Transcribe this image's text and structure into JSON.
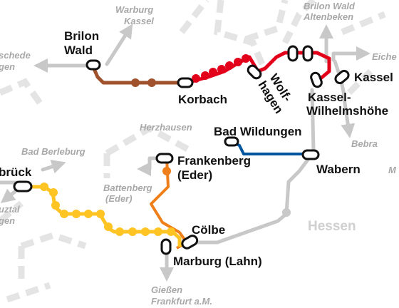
{
  "colors": {
    "background": "#ffffff",
    "border_dash": "#e4e4e4",
    "gray_line": "#c8c8c8",
    "gray_text": "#a8a8a8",
    "region_text": "#cfcfcf",
    "brown": "#a0522d",
    "red": "#e3001b",
    "blue": "#00559f",
    "orange": "#ee7f1a",
    "yellow": "#fec423",
    "black_text": "#111111"
  },
  "region": {
    "name": "Hessen"
  },
  "stations": {
    "brilon_wald": [
      "Brilon",
      "Wald"
    ],
    "korbach": [
      "Korbach"
    ],
    "wolfhagen": [
      "Wolf-",
      "hagen"
    ],
    "kassel": [
      "Kassel"
    ],
    "kassel_wilhelmshoehe": [
      "Kassel-",
      "Wilhelmshöhe"
    ],
    "bad_wildungen": [
      "Bad Wildungen"
    ],
    "wabern": [
      "Wabern"
    ],
    "frankenberg": [
      "Frankenberg",
      "(Eder)"
    ],
    "coelbe": [
      "Cölbe"
    ],
    "marburg": [
      "Marburg (Lahn)"
    ],
    "kreuztal_brueck": [
      "brück"
    ]
  },
  "destinations": {
    "warburg_kassel": [
      "Warburg",
      "Kassel"
    ],
    "brilon_wald_altenbeken": [
      "Brilon Wald",
      "Altenbeken"
    ],
    "meschede": [
      "schede",
      "gen"
    ],
    "eichenberg": [
      "Eiche"
    ],
    "bebra": [
      "Bebra"
    ],
    "herzhausen": [
      "Herzhausen"
    ],
    "bad_berleburg": [
      "Bad Berleburg"
    ],
    "battenberg": [
      "Battenberg",
      "(Eder)"
    ],
    "kreuztal": [
      "uztal",
      "gen"
    ],
    "giessen_frankfurt": [
      "Gießen",
      "Frankfurt a.M."
    ],
    "right_edge": [
      "M"
    ]
  }
}
